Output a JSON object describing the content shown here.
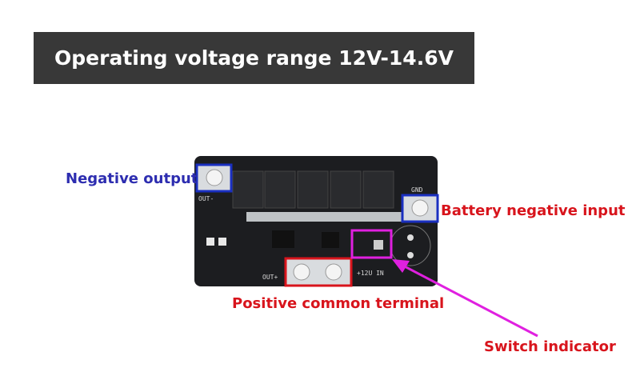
{
  "title": "Operating voltage range 12V-14.6V",
  "annotations": {
    "negative_output": "Negative output",
    "battery_negative_input": "Battery negative input",
    "positive_common_terminal": "Positive common terminal",
    "switch_indicator": "Switch indicator"
  },
  "board_silkscreen": {
    "out_minus": "OUT-",
    "gnd": "GND",
    "out_plus": "OUT+",
    "input": "+12U IN"
  },
  "colors": {
    "banner": "#383838",
    "negative_box": "#1a2fc0",
    "positive_box": "#d8141c",
    "switch_box": "#e020e0"
  }
}
